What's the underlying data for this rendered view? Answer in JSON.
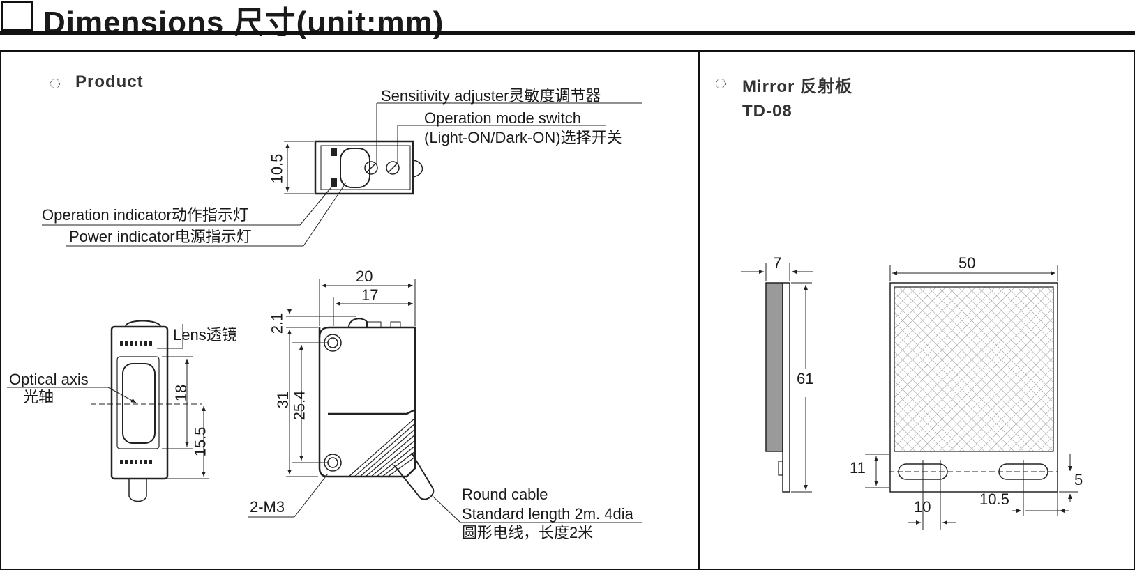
{
  "header": {
    "title": "Dimensions 尺寸(unit:mm)"
  },
  "product": {
    "title": "Product",
    "labels": {
      "sensitivity_adjuster": "Sensitivity adjuster灵敏度调节器",
      "operation_mode_switch_1": "Operation mode switch",
      "operation_mode_switch_2": "(Light-ON/Dark-ON)选择开关",
      "operation_indicator": "Operation indicator动作指示灯",
      "power_indicator": "Power indicator电源指示灯",
      "lens": "Lens透镜",
      "optical_axis_1": "Optical axis",
      "optical_axis_2": "光轴",
      "screw": "2-M3",
      "cable_1": "Round cable",
      "cable_2": "Standard length 2m. 4dia",
      "cable_3": "圆形电线，长度2米"
    },
    "dims": {
      "top_height": "10.5",
      "width_total": "20",
      "width_inner": "17",
      "offset": "2.1",
      "height_total": "31",
      "hole_pitch": "25.4",
      "lens_height": "18",
      "axis_height": "15.5"
    }
  },
  "mirror": {
    "title": "Mirror 反射板",
    "model": "TD-08",
    "dims": {
      "thickness": "7",
      "width": "50",
      "height": "61",
      "slot_offset": "11",
      "slot_width": "10",
      "slot_pitch": "10.5",
      "slot_height": "5"
    }
  },
  "colors": {
    "line": "#222222",
    "mirror_side": "#9a9a9a"
  }
}
